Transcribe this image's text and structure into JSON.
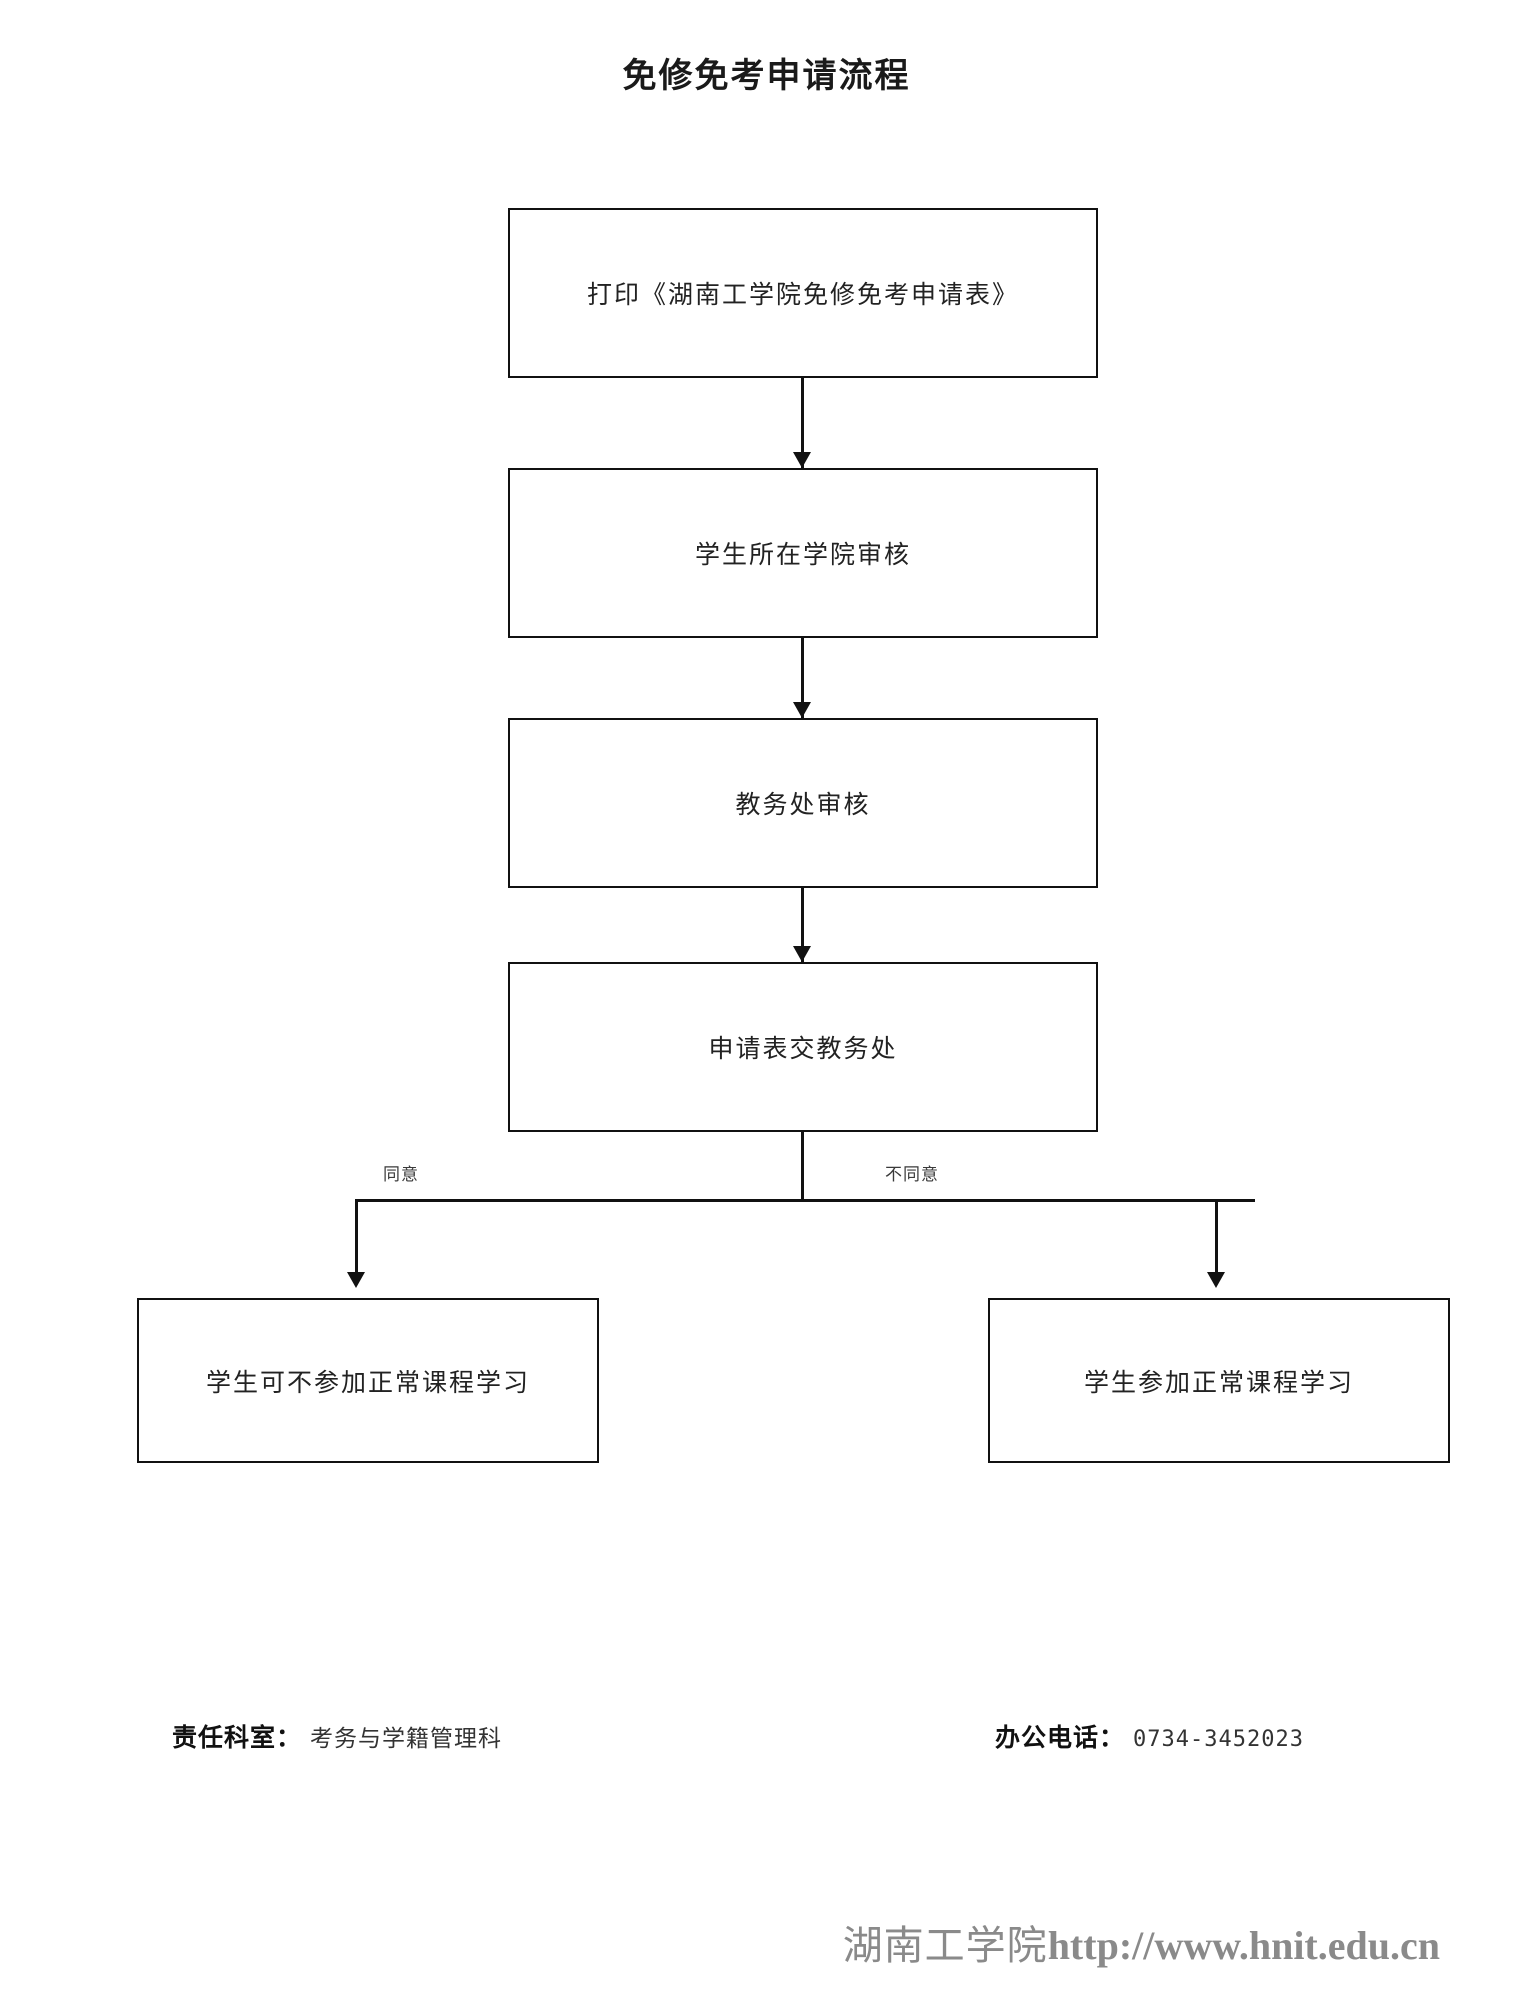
{
  "document": {
    "title": "免修免考申请流程"
  },
  "flow": {
    "nodes": [
      {
        "id": "print",
        "label": "打印《湖南工学院免修免考申请表》"
      },
      {
        "id": "college",
        "label": "学生所在学院审核"
      },
      {
        "id": "academic",
        "label": "教务处审核"
      },
      {
        "id": "submit",
        "label": "申请表交教务处"
      },
      {
        "id": "exempt",
        "label": "学生可不参加正常课程学习"
      },
      {
        "id": "attend",
        "label": "学生参加正常课程学习"
      }
    ],
    "branch_labels": {
      "agree": "同意",
      "disagree": "不同意"
    }
  },
  "footer": {
    "department_key": "责任科室：",
    "department_value": "考务与学籍管理科",
    "phone_key": "办公电话：",
    "phone_value": "0734-3452023"
  },
  "watermark": {
    "organization": "湖南工学院",
    "url": "http://www.hnit.edu.cn"
  },
  "colors": {
    "line": "#111111",
    "text": "#222222",
    "watermark": "#8a8a8a",
    "background": "#ffffff"
  }
}
